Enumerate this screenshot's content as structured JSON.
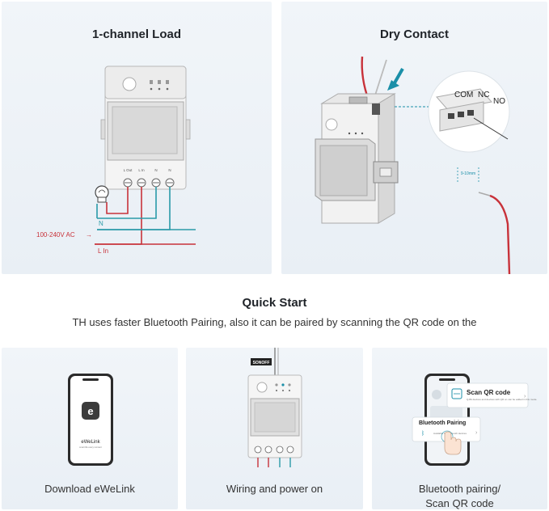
{
  "top_left": {
    "title": "1-channel Load",
    "label_n": "N",
    "label_ac": "100-240V AC",
    "label_arrow": "→",
    "label_lin": "L In",
    "terminal_labels": [
      "L Out",
      "L In",
      "N",
      "N"
    ]
  },
  "top_right": {
    "title": "Dry Contact",
    "label_com": "COM",
    "label_nc": "NC",
    "label_no": "NO",
    "label_strip": "9-10mm"
  },
  "quick_start": {
    "title": "Quick Start",
    "subtitle": "TH uses faster Bluetooth Pairing, also it can be paired by scanning the QR code on the"
  },
  "steps": [
    {
      "caption": "Download eWeLink",
      "app_name": "eWeLink",
      "app_tagline": "smart life every moment"
    },
    {
      "caption": "Wiring and power on",
      "brand": "SONOFF"
    },
    {
      "caption_line1": "Bluetooth pairing/",
      "caption_line2": "Scan QR code",
      "scan_title": "Scan QR code",
      "scan_desc": "Q-Bit devices and devices with QR on can be added in this mode.",
      "bt_title": "Bluetooth Pairing",
      "bt_desc": "Available for Bluetooth devices"
    }
  ],
  "colors": {
    "panel_bg": "#eef3f7",
    "wire_red": "#c8323a",
    "wire_teal": "#2a9aa8",
    "accent_teal": "#1b8fa8",
    "device": "#f2f2f2"
  }
}
